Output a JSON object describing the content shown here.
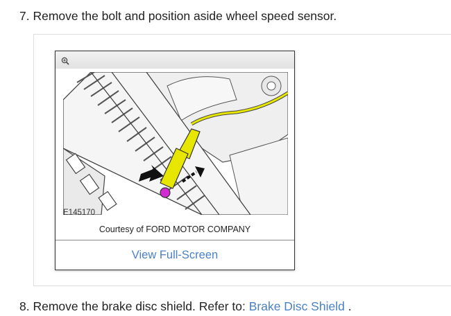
{
  "step7": {
    "text": "7. Remove the bolt and position aside wheel speed sensor."
  },
  "figure": {
    "id": "E145170",
    "credit": "Courtesy of FORD MOTOR COMPANY",
    "view_button": "View Full-Screen",
    "zoom_icon": "zoom-in-icon"
  },
  "step8": {
    "prefix": "8. Remove the brake disc shield. Refer to: ",
    "link": "Brake Disc Shield",
    "suffix": " ."
  },
  "colors": {
    "link": "#4a80c5",
    "sensor_yellow": "#e6e600",
    "bolt_magenta": "#d12bd1"
  }
}
